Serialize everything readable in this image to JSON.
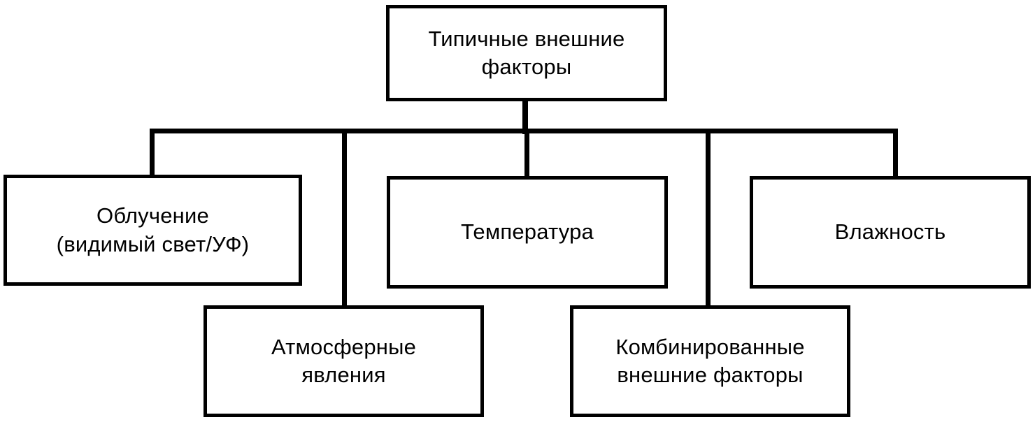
{
  "diagram": {
    "title": "Типичные внешние факторы",
    "nodes": {
      "root": {
        "label": "Типичные внешние\nфакторы"
      },
      "radiation": {
        "label": "Облучение\n(видимый свет/УФ)"
      },
      "temperature": {
        "label": "Температура"
      },
      "humidity": {
        "label": "Влажность"
      },
      "atmospheric": {
        "label": "Атмосферные\nявления"
      },
      "combined": {
        "label": "Комбинированные\nвнешние факторы"
      }
    },
    "edges": [
      {
        "from": "root",
        "to": "radiation"
      },
      {
        "from": "root",
        "to": "temperature"
      },
      {
        "from": "root",
        "to": "humidity"
      },
      {
        "from": "root",
        "to": "atmospheric"
      },
      {
        "from": "root",
        "to": "combined"
      }
    ],
    "colors": {
      "stroke": "#000000",
      "fill": "#ffffff",
      "text": "#000000"
    }
  }
}
